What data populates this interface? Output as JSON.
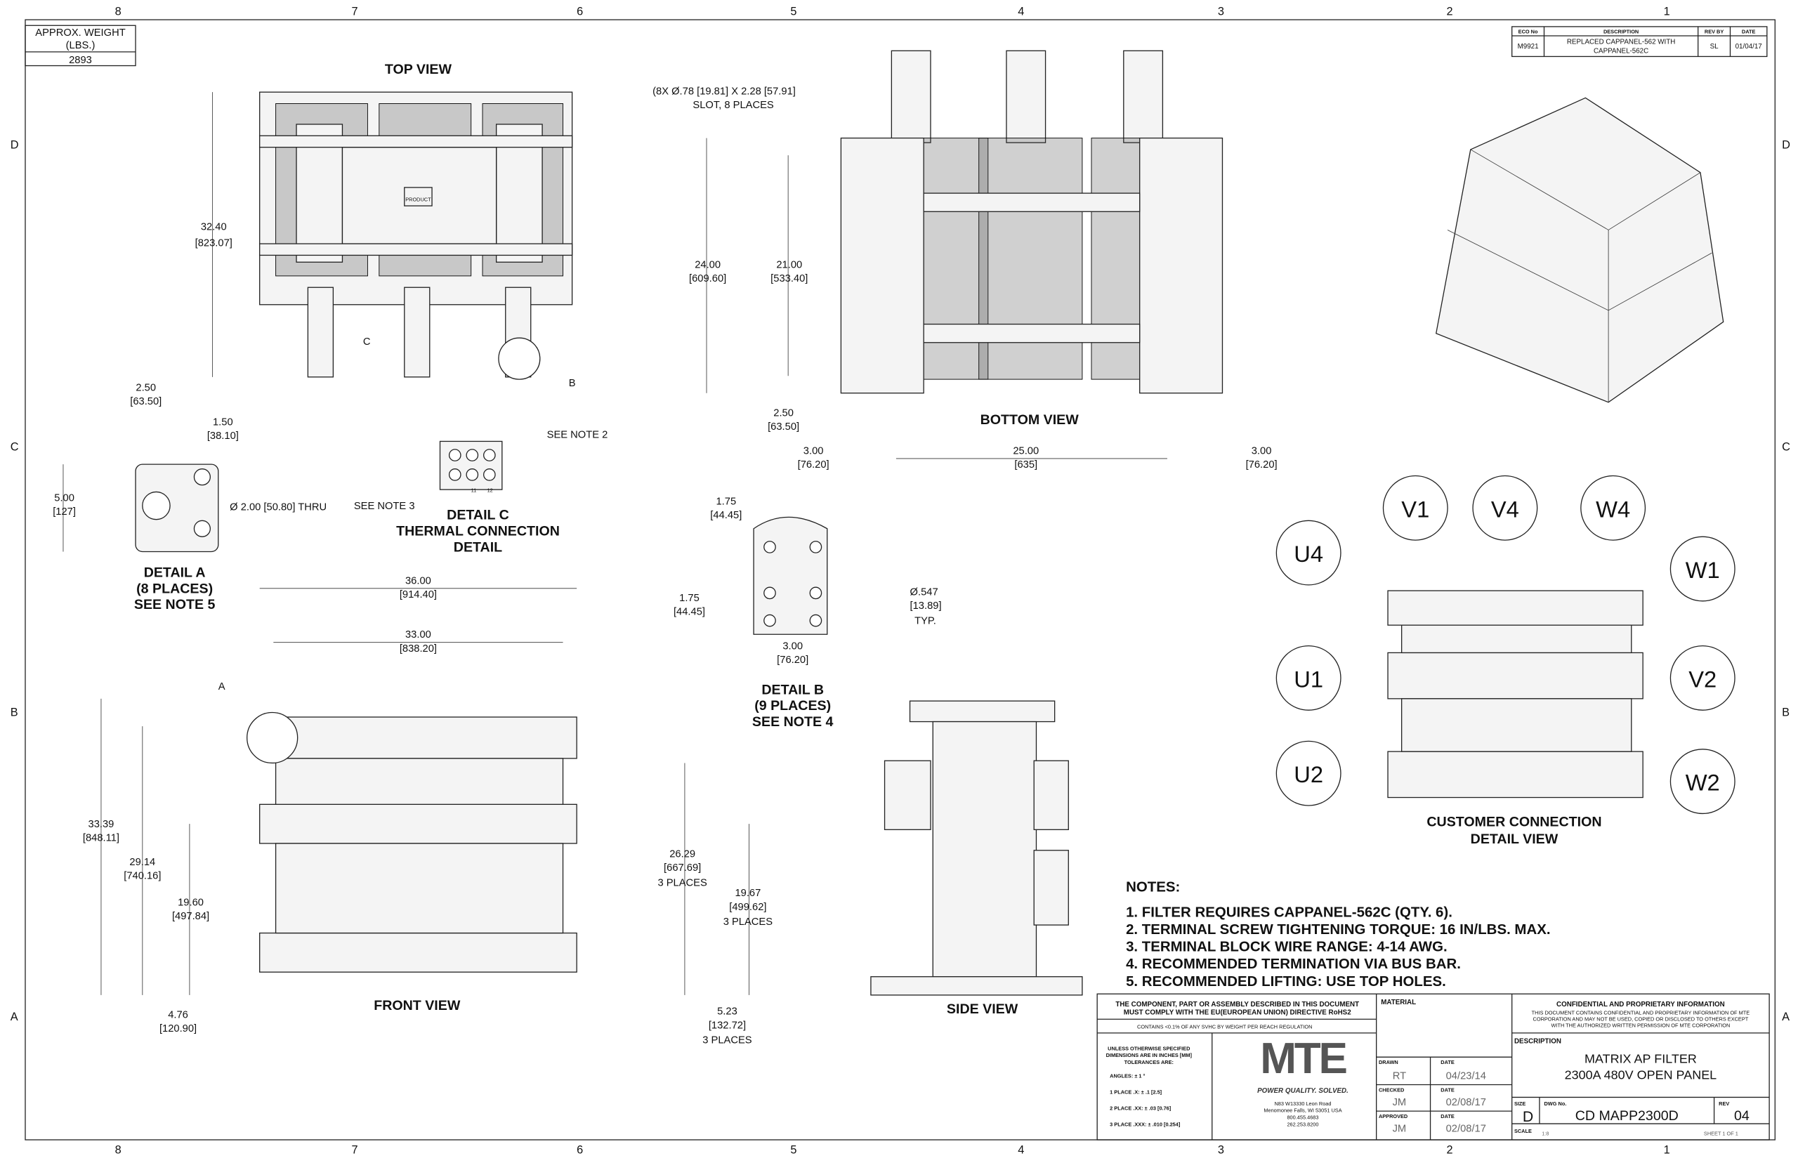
{
  "zones_top": [
    "8",
    "7",
    "6",
    "5",
    "4",
    "3",
    "2",
    "1"
  ],
  "zones_side": [
    "D",
    "C",
    "B",
    "A"
  ],
  "weight": {
    "label": "APPROX. WEIGHT",
    "unit": "(LBS.)",
    "value": "2893"
  },
  "revision": {
    "headers": [
      "ECO No",
      "DESCRIPTION",
      "REV BY",
      "DATE"
    ],
    "eco": "M9921",
    "desc1": "REPLACED CAPPANEL-562 WITH",
    "desc2": "CAPPANEL-562C",
    "by": "SL",
    "date": "01/04/17"
  },
  "views": {
    "top": "TOP VIEW",
    "bottom": "BOTTOM VIEW",
    "front": "FRONT VIEW",
    "side": "SIDE VIEW",
    "customer1": "CUSTOMER CONNECTION",
    "customer2": "DETAIL VIEW",
    "detail_a": [
      "DETAIL A",
      "(8 PLACES)",
      "SEE NOTE 5"
    ],
    "detail_b": [
      "DETAIL B",
      "(9 PLACES)",
      "SEE NOTE 4"
    ],
    "detail_c": [
      "DETAIL C",
      "THERMAL CONNECTION",
      "DETAIL"
    ]
  },
  "callouts": {
    "a": "A",
    "b": "B",
    "c": "C",
    "note2": "SEE NOTE 2",
    "note3": "SEE NOTE 3",
    "slot1": "(8X Ø.78 [19.81] X 2.28 [57.91]",
    "slot2": "SLOT, 8 PLACES",
    "thru": "Ø 2.00 [50.80] THRU",
    "hole1": "Ø.547",
    "hole2": "[13.89]",
    "hole3": "TYP.",
    "tb1": "11",
    "tb2": "12",
    "product": "PRODUCT"
  },
  "dims": {
    "top_h": [
      "32.40",
      "[823.07]"
    ],
    "a_w1": [
      "2.50",
      "[63.50]"
    ],
    "a_w2": [
      "1.50",
      "[38.10]"
    ],
    "a_h": [
      "5.00",
      "[127]"
    ],
    "bot_h1": [
      "24.00",
      "[609.60]"
    ],
    "bot_h2": [
      "21.00",
      "[533.40]"
    ],
    "bot_w1": [
      "2.50",
      "[63.50]"
    ],
    "bot_w2": [
      "3.00",
      "[76.20]"
    ],
    "bot_w3": [
      "25.00",
      "[635]"
    ],
    "bot_w4": [
      "3.00",
      "[76.20]"
    ],
    "b_w1": [
      "1.75",
      "[44.45]"
    ],
    "b_h1": [
      "1.75",
      "[44.45]"
    ],
    "b_w2": [
      "3.00",
      "[76.20]"
    ],
    "fr_w1": [
      "36.00",
      "[914.40]"
    ],
    "fr_w2": [
      "33.00",
      "[838.20]"
    ],
    "fr_h1": [
      "33.39",
      "[848.11]"
    ],
    "fr_h2": [
      "29.14",
      "[740.16]"
    ],
    "fr_h3": [
      "19.60",
      "[497.84]"
    ],
    "fr_w3": [
      "4.76",
      "[120.90]"
    ],
    "sd_h1": [
      "26.29",
      "[667.69]",
      "3 PLACES"
    ],
    "sd_h2": [
      "19.67",
      "[499.62]",
      "3 PLACES"
    ],
    "sd_h3": [
      "5.23",
      "[132.72]",
      "3 PLACES"
    ]
  },
  "terminals": [
    "V1",
    "V4",
    "W4",
    "U4",
    "W1",
    "U1",
    "V2",
    "U2",
    "W2"
  ],
  "notes": {
    "title": "NOTES:",
    "items": [
      "1.  FILTER REQUIRES CAPPANEL-562C (QTY. 6).",
      "2.  TERMINAL SCREW TIGHTENING TORQUE: 16 IN/LBS. MAX.",
      "3.  TERMINAL BLOCK WIRE RANGE: 4-14 AWG.",
      "4.  RECOMMENDED TERMINATION VIA BUS BAR.",
      "5.  RECOMMENDED LIFTING: USE TOP HOLES."
    ]
  },
  "title_block": {
    "rohs1": "THE COMPONENT, PART OR ASSEMBLY DESCRIBED IN THIS DOCUMENT",
    "rohs2": "MUST COMPLY WITH THE EU(EUROPEAN UNION) DIRECTIVE RoHS2",
    "reach": "CONTAINS <0.1% OF ANY SVHC BY WEIGHT PER REACH REGULATION",
    "tol": [
      "UNLESS OTHERWISE SPECIFIED",
      "DIMENSIONS ARE IN INCHES [MM]",
      "TOLERANCES ARE:",
      "ANGLES: ± 1 °",
      "1 PLACE .X: ± .1 [2.5]",
      "2 PLACE .XX: ± .03 [0.76]",
      "3 PLACE .XXX: ± .010 [0.254]"
    ],
    "logo": "MTE",
    "tagline": "POWER QUALITY. SOLVED.",
    "address": [
      "N83 W13330 Leon Road",
      "Menomonee Falls, WI 53051 USA",
      "800.455.4683",
      "262.253.8200"
    ],
    "material_label": "MATERIAL",
    "drawn_label": "DRAWN",
    "drawn": "RT",
    "drawn_date": "04/23/14",
    "checked_label": "CHECKED",
    "checked": "JM",
    "checked_date": "02/08/17",
    "approved_label": "APPROVED",
    "approved": "JM",
    "approved_date": "02/08/17",
    "date_label": "DATE",
    "conf_title": "CONFIDENTIAL AND PROPRIETARY INFORMATION",
    "conf": [
      "THIS DOCUMENT CONTAINS CONFIDENTIAL AND PROPRIETARY INFORMATION OF MTE",
      "CORPORATION AND MAY NOT BE USED, COPIED OR DISCLOSED TO OTHERS EXCEPT",
      "WITH THE AUTHORIZED WRITTEN PERMISSION OF MTE CORPORATION"
    ],
    "desc_label": "DESCRIPTION",
    "desc1": "MATRIX AP FILTER",
    "desc2": "2300A 480V OPEN PANEL",
    "size_label": "SIZE",
    "size": "D",
    "dwg_label": "DWG No.",
    "dwg": "CD MAPP2300D",
    "rev_label": "REV",
    "rev": "04",
    "scale_label": "SCALE",
    "scale": "1:8",
    "sheet": "SHEET 1  OF 1"
  }
}
